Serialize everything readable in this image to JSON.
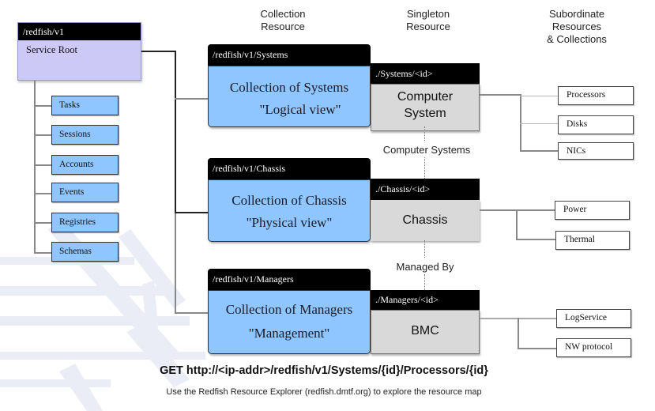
{
  "headers": {
    "collection": [
      "Collection",
      "Resource"
    ],
    "singleton": [
      "Singleton",
      "Resource"
    ],
    "subordinate": [
      "Subordinate",
      "Resources",
      "& Collections"
    ]
  },
  "service_root": {
    "path": "/redfish/v1",
    "label": "Service Root",
    "children": [
      "Tasks",
      "Sessions",
      "Accounts",
      "Events",
      "Registries",
      "Schemas"
    ]
  },
  "collections": [
    {
      "path": "/redfish/v1/Systems",
      "title": "Collection of Systems",
      "subtitle": "\"Logical view\"",
      "singleton": {
        "path": "./Systems/<id>",
        "label_lines": [
          "Computer",
          "System"
        ]
      },
      "subordinates": [
        "Processors",
        "Disks",
        "NICs"
      ]
    },
    {
      "path": "/redfish/v1/Chassis",
      "title": "Collection of Chassis",
      "subtitle": "\"Physical view\"",
      "singleton": {
        "path": "./Chassis/<id>",
        "label_lines": [
          "Chassis"
        ]
      },
      "subordinates": [
        "Power",
        "Thermal"
      ]
    },
    {
      "path": "/redfish/v1/Managers",
      "title": "Collection of Managers",
      "subtitle": "\"Management\"",
      "singleton": {
        "path": "./Managers/<id>",
        "label_lines": [
          "BMC"
        ]
      },
      "subordinates": [
        "LogService",
        "NW protocol"
      ]
    }
  ],
  "relations": {
    "computer_systems": "Computer Systems",
    "managed_by": "Managed By"
  },
  "footer": {
    "get_example": "GET http://<ip-addr>/redfish/v1/Systems/{id}/Processors/{id}",
    "note": "Use the Redfish Resource Explorer (redfish.dmtf.org) to explore the resource map"
  },
  "colors": {
    "service_root_fill": "#cdc9f7",
    "collection_fill": "#8fc6ff",
    "singleton_fill": "#d9d9d9",
    "header_bar": "#000000"
  }
}
